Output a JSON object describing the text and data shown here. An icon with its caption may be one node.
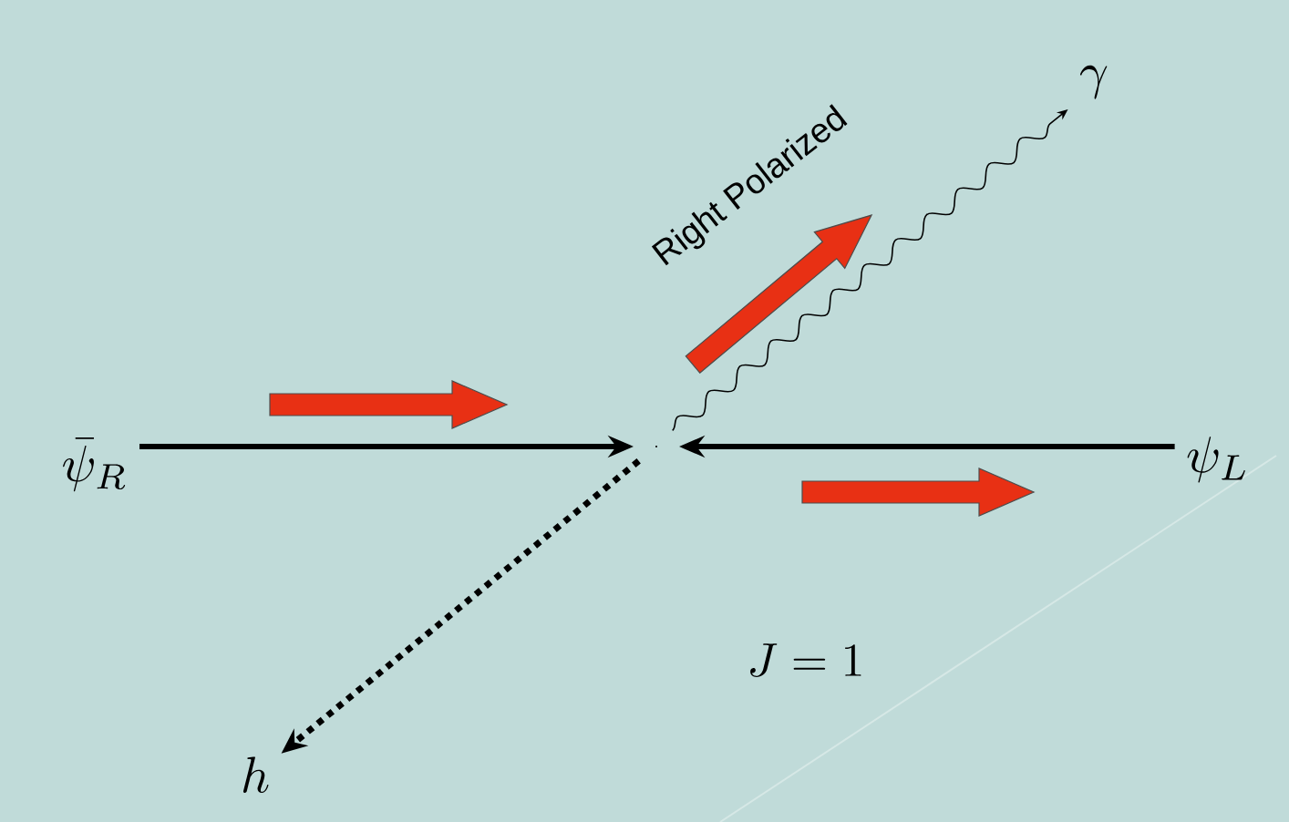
{
  "diagram": {
    "nodes": [
      {
        "text": [
          "\\bar{\\psi}_R"
        ]
      },
      {
        "text": [],
        "shape": "point"
      },
      {
        "text": [
          "\\psi_L"
        ]
      },
      {
        "text": [
          "\\gamma"
        ]
      },
      {
        "text": [
          "h"
        ]
      }
    ],
    "edges": [
      {
        "from": 0,
        "to": 1,
        "arrow": "to"
      },
      {
        "from": 2,
        "to": 1,
        "arrow": "to"
      },
      {
        "from": 1,
        "to": 4,
        "arrow": "to",
        "style": "dashed"
      },
      {
        "from": 1,
        "to": 3,
        "arrow": "to"
      }
    ],
    "labels": [
      "Right Polarized",
      "J = 1"
    ]
  }
}
